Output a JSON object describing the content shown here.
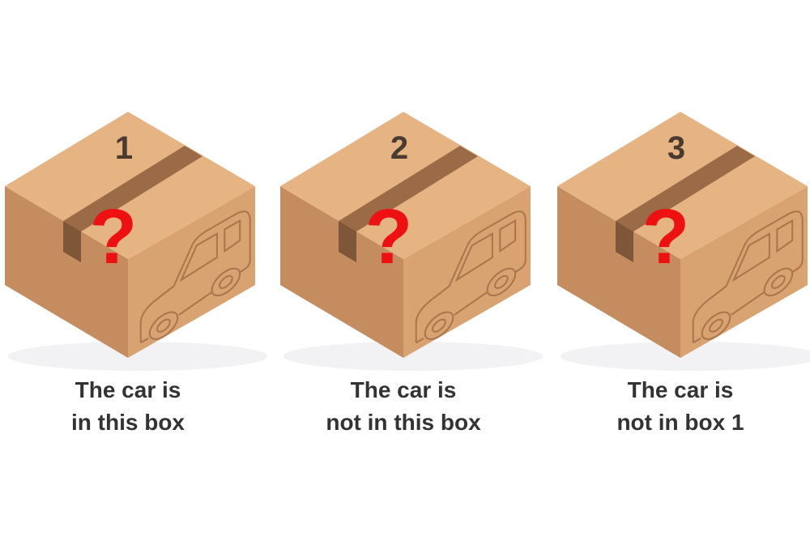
{
  "boxes": [
    {
      "number": "1",
      "mark": "?",
      "caption_line1": "The car is",
      "caption_line2": "in this box"
    },
    {
      "number": "2",
      "mark": "?",
      "caption_line1": "The car is",
      "caption_line2": "not in this box"
    },
    {
      "number": "3",
      "mark": "?",
      "caption_line1": "The car is",
      "caption_line2": "not in box 1"
    }
  ],
  "colors": {
    "top_face": "#e6b383",
    "left_face": "#c58d5f",
    "right_face": "#d9a271",
    "tape": "#9b6b47",
    "question_mark": "#ee1111",
    "car_outline": "#a8754c",
    "text": "#333333"
  }
}
